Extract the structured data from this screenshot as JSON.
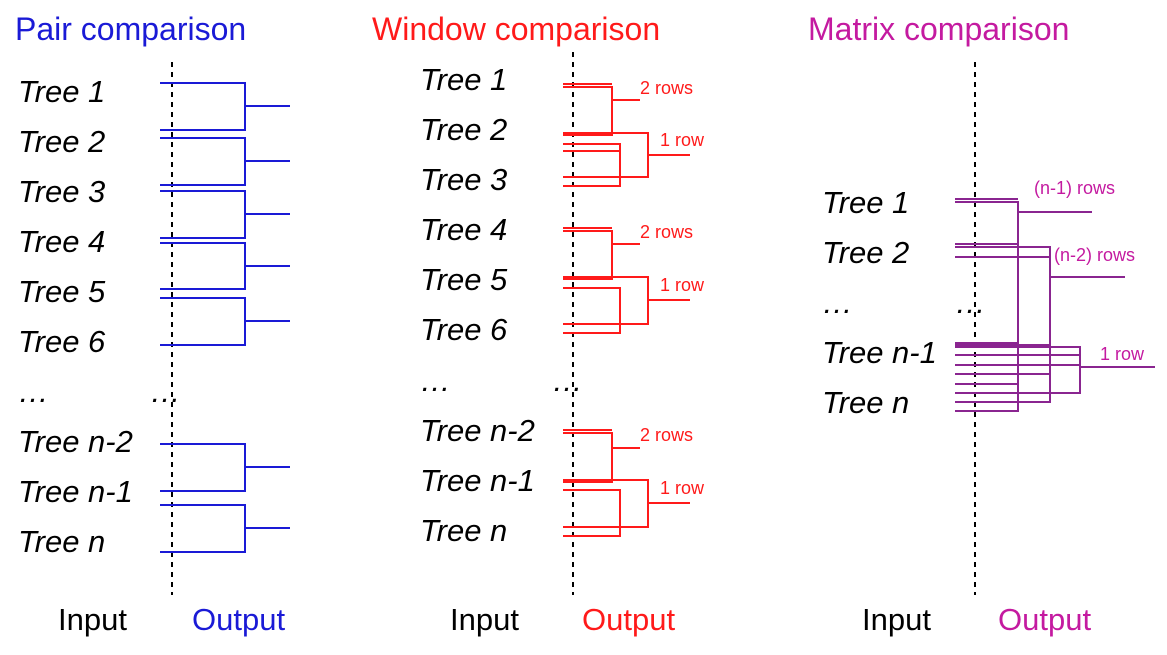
{
  "colors": {
    "pair": "#1a1ad6",
    "window": "#ff1a1a",
    "matrix": "#c41aa0",
    "matrix_line": "#8a2590",
    "text": "#000000"
  },
  "pair": {
    "title": "Pair comparison",
    "trees": [
      "Tree 1",
      "Tree 2",
      "Tree 3",
      "Tree 4",
      "Tree 5",
      "Tree 6",
      "Tree n-2",
      "Tree n-1",
      "Tree n"
    ],
    "ellipsis": "…",
    "input_label": "Input",
    "output_label": "Output"
  },
  "window": {
    "title": "Window comparison",
    "trees": [
      "Tree 1",
      "Tree 2",
      "Tree 3",
      "Tree 4",
      "Tree 5",
      "Tree 6",
      "Tree n-2",
      "Tree n-1",
      "Tree n"
    ],
    "ellipsis": "…",
    "annotations": [
      "2 rows",
      "1 row",
      "2 rows",
      "1 row",
      "2 rows",
      "1 row"
    ],
    "input_label": "Input",
    "output_label": "Output"
  },
  "matrix": {
    "title": "Matrix comparison",
    "trees": [
      "Tree 1",
      "Tree 2",
      "Tree n-1",
      "Tree n"
    ],
    "ellipsis": "…",
    "annotations": [
      "(n-1) rows",
      "(n-2) rows",
      "1 row"
    ],
    "input_label": "Input",
    "output_label": "Output"
  }
}
